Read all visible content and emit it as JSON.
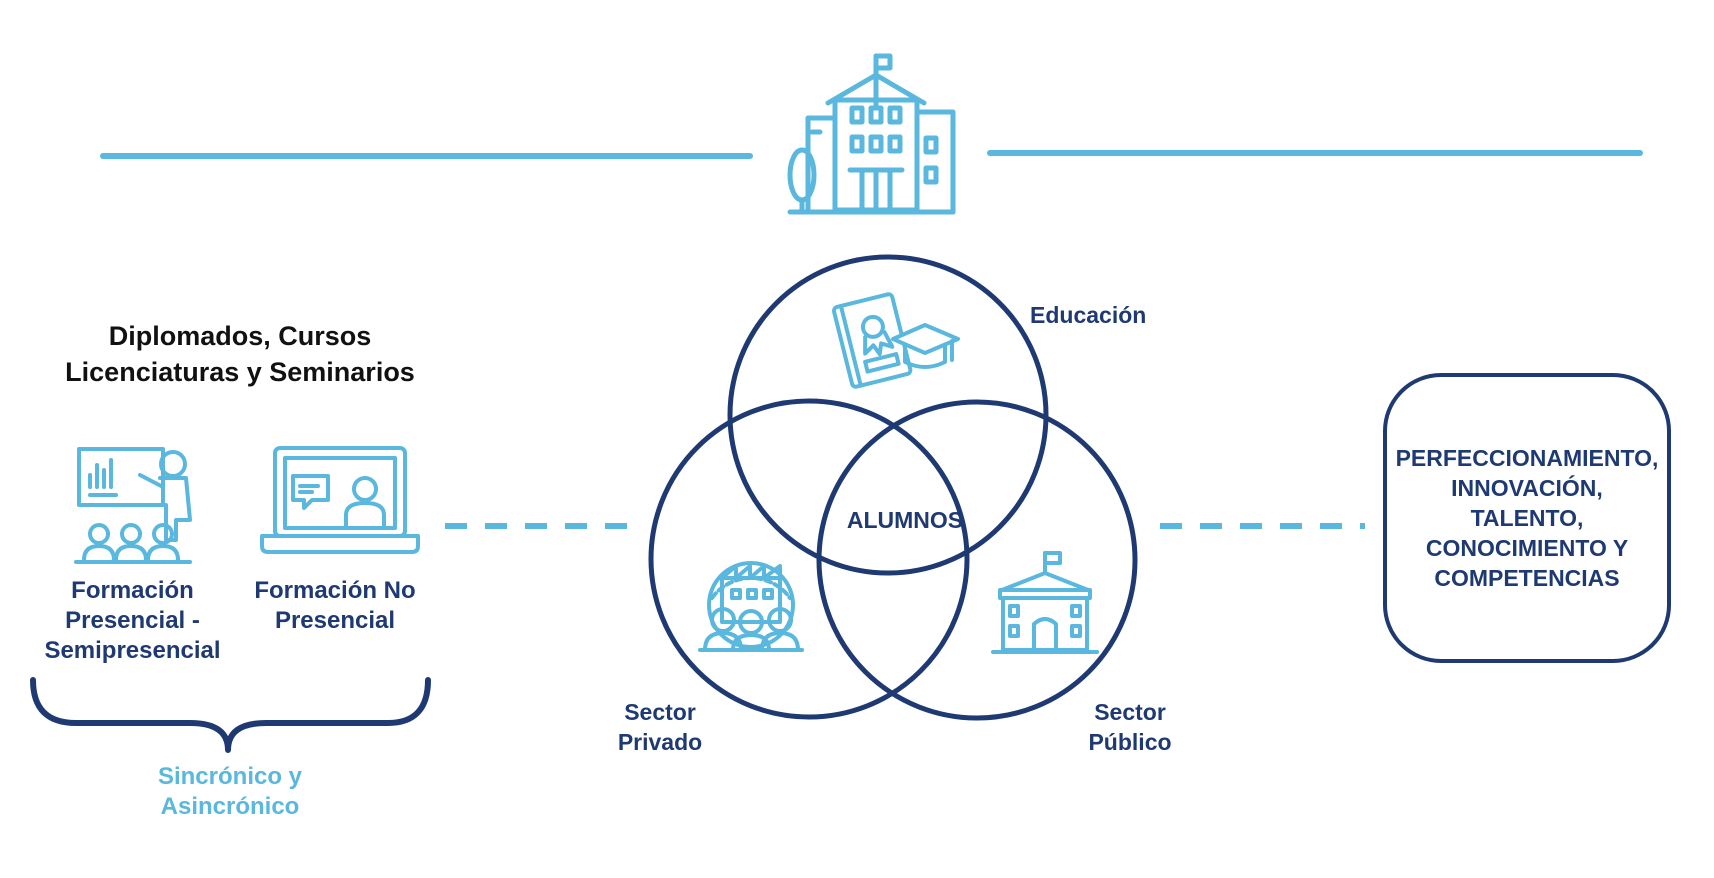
{
  "left_panel": {
    "title_lines": [
      "Diplomados, Cursos",
      "Licenciaturas y Seminarios"
    ],
    "presencial_lines": [
      "Formación",
      "Presencial -",
      "Semipresencial"
    ],
    "no_presencial_lines": [
      "Formación No",
      "Presencial"
    ],
    "sincronico_lines": [
      "Sincrónico y",
      "Asincrónico"
    ]
  },
  "venn": {
    "top_label": "Educación",
    "center_label": "ALUMNOS",
    "left_label_lines": [
      "Sector",
      "Privado"
    ],
    "right_label_lines": [
      "Sector",
      "Público"
    ]
  },
  "result": {
    "lines": [
      "PERFECCIONAMIENTO,",
      "INNOVACIÓN,",
      "TALENTO,",
      "CONOCIMIENTO Y",
      "COMPETENCIAS"
    ]
  },
  "icons": {
    "top": "school-building-icon",
    "presencial": "classroom-teacher-icon",
    "no_presencial": "laptop-video-call-icon",
    "education": "diploma-graduation-cap-icon",
    "private_sector": "people-factory-gear-icon",
    "public_sector": "government-building-icon"
  },
  "colors": {
    "navy": "#1f3a73",
    "light_blue": "#5ab7dd",
    "heading": "#111111",
    "background": "#ffffff"
  }
}
